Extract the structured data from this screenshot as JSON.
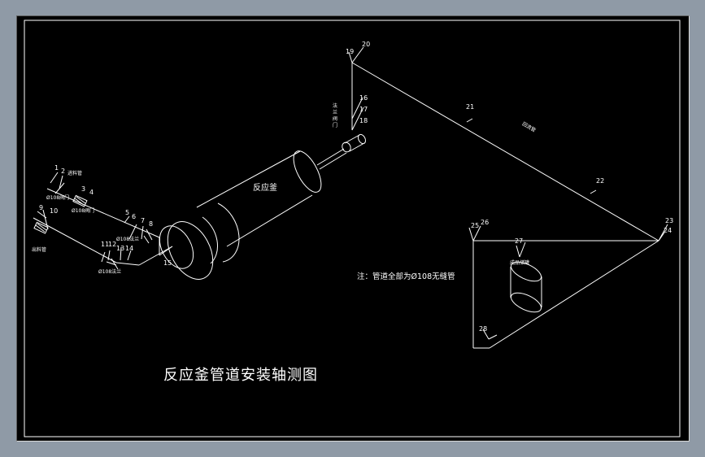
{
  "drawing": {
    "title": "反应釜管道安装轴测图",
    "note": "注：管道全部为Ø108无缝管",
    "reactor_label": "反应釜",
    "return_pipe_label": "回流管",
    "vessel_label": "成品储罐",
    "inlet_top_label": "进料管",
    "inlet_bottom_label": "出料管",
    "valve_label_1": "Ø108阀门",
    "valve_label_2": "Ø108阀门",
    "valve_label_3": "Ø108法兰",
    "valve_label_4": "Ø108法兰",
    "flange_marks": [
      "法",
      "兰",
      "阀",
      "门"
    ],
    "numbers": {
      "n1": "19",
      "n2": "20",
      "n3": "21",
      "n4": "22",
      "n5": "23",
      "n6": "24",
      "n7": "25",
      "n8": "26",
      "n9": "27",
      "n10": "28",
      "n11": "16",
      "n12": "17",
      "n13": "18",
      "l1": "1",
      "l2": "2",
      "l3": "3",
      "l4": "4",
      "l5": "5",
      "l6": "6",
      "l7": "7",
      "l8": "8",
      "l9": "9",
      "l10": "10",
      "l11": "11",
      "l12": "12",
      "l13": "13",
      "l14": "14",
      "l15": "15"
    }
  },
  "colors": {
    "background": "#000000",
    "line": "#ffffff",
    "frame": "#ffffff",
    "outer": "#8f9aa6"
  }
}
